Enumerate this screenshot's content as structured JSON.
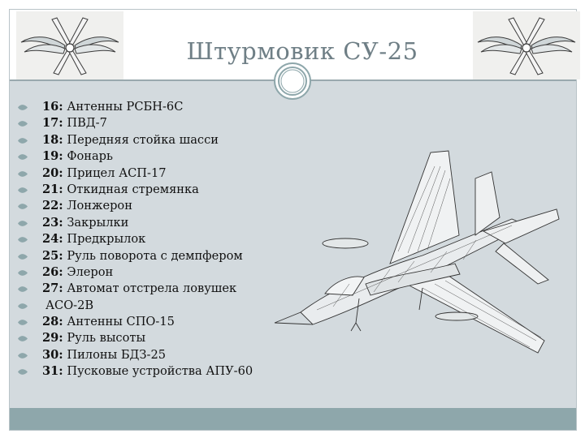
{
  "title": "Штурмовик СУ-25",
  "items": [
    {
      "num": "16:",
      "text": " Антенны РСБН-6С"
    },
    {
      "num": "17:",
      "text": " ПВД-7"
    },
    {
      "num": "18:",
      "text": " Передняя стойка шасси"
    },
    {
      "num": "19:",
      "text": " Фонарь"
    },
    {
      "num": "20:",
      "text": " Прицел АСП-17"
    },
    {
      "num": "21:",
      "text": " Откидная стремянка"
    },
    {
      "num": "22:",
      "text": " Лонжерон"
    },
    {
      "num": "23:",
      "text": " Закрылки"
    },
    {
      "num": "24:",
      "text": " Предкрылок"
    },
    {
      "num": "25:",
      "text": " Руль поворота с демпфером"
    },
    {
      "num": "26:",
      "text": " Элерон"
    },
    {
      "num": "27:",
      "text": " Автомат отстрела ловушек"
    },
    {
      "num": "",
      "text": "АСО-2В"
    },
    {
      "num": "28:",
      "text": " Антенны СПО-15"
    },
    {
      "num": "29:",
      "text": " Руль высоты"
    },
    {
      "num": "30:",
      "text": " Пилоны БДЗ-25"
    },
    {
      "num": "31:",
      "text": " Пусковые устройства АПУ-60"
    }
  ],
  "colors": {
    "title": "#6f7f86",
    "panel": "#d3dade",
    "bottom_bar": "#8ea7ab",
    "bullet": "#8ea7ab"
  },
  "icons": {
    "emblem": "air-force-wings-propeller-icon",
    "ornament": "double-ring-ornament-icon",
    "bullet": "leaf-bullet-icon",
    "illustration": "su25-cutaway-drawing"
  }
}
